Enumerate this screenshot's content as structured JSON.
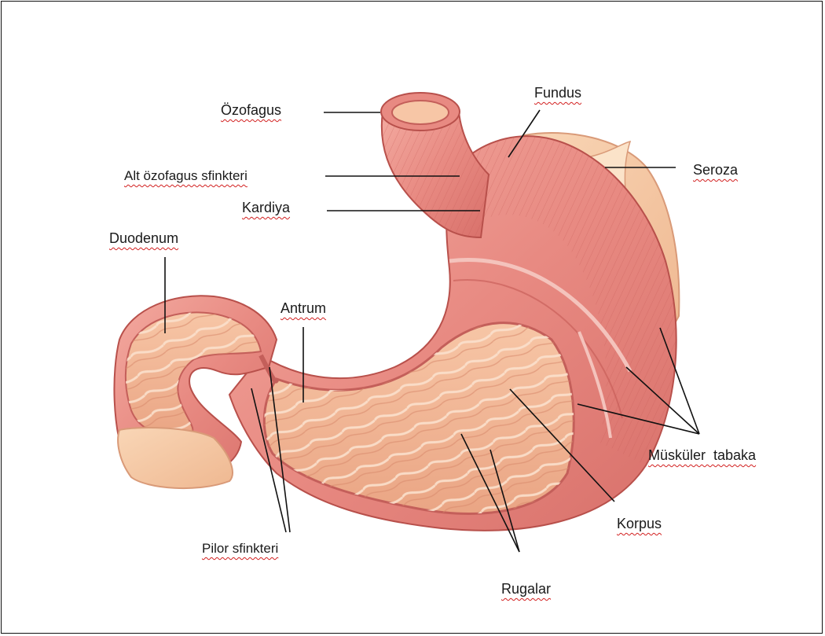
{
  "labels": {
    "ozofagus": "Özofagus",
    "fundus": "Fundus",
    "seroza": "Seroza",
    "alt_ozofagus": "Alt özofagus sfinkteri",
    "kardiya": "Kardiya",
    "duodenum": "Duodenum",
    "antrum": "Antrum",
    "muskuler": "Müsküler  tabaka",
    "korpus": "Korpus",
    "pilor": "Pilor sfinkteri",
    "rugalar": "Rugalar"
  },
  "colors": {
    "muscle": "#e98d85",
    "muscle_dark": "#c75852",
    "mucosa": "#f0b592",
    "serosa": "#f6c7a0",
    "leader_line": "#111111",
    "spellcheck_underline": "#d22020"
  }
}
